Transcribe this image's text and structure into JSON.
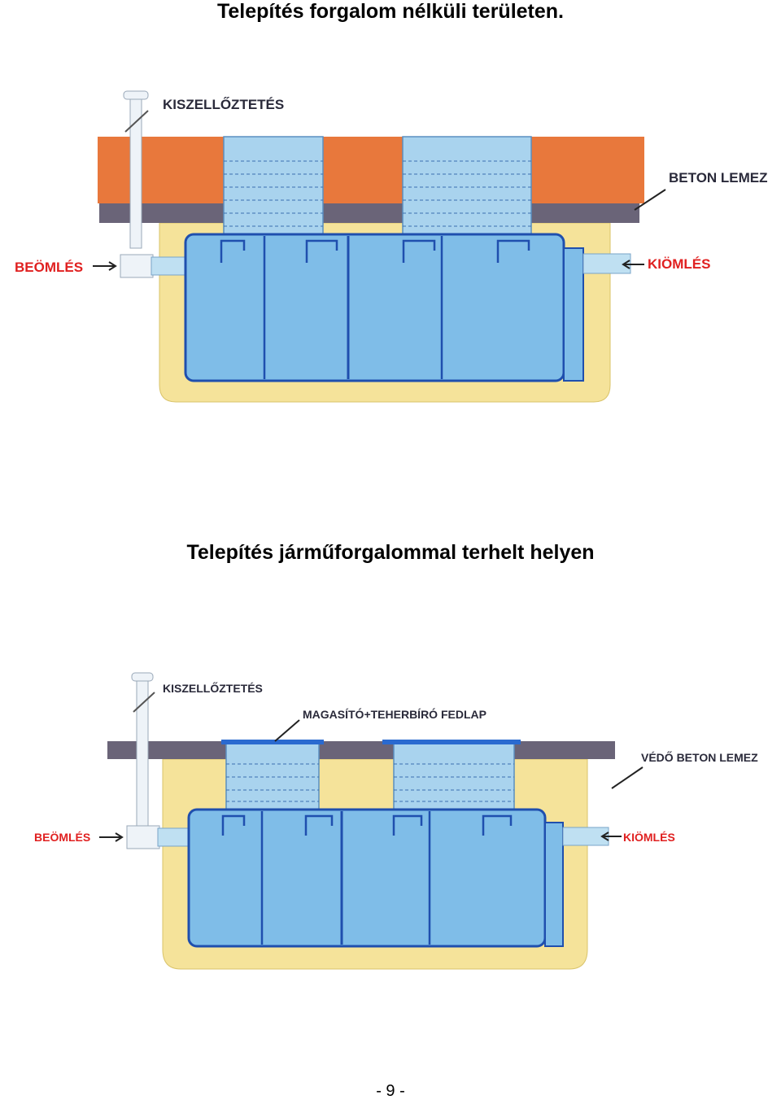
{
  "headings": {
    "top": "Telepítés forgalom nélküli területen.",
    "bottom": "Telepítés járműforgalommal terhelt helyen"
  },
  "diagram_top": {
    "vent": "KISZELLŐZTETÉS",
    "slab": "BETON LEMEZ",
    "inlet": "BEÖMLÉS",
    "outlet": "KIÖMLÉS"
  },
  "diagram_bottom": {
    "vent": "KISZELLŐZTETÉS",
    "cover": "MAGASÍTÓ+TEHERBÍRÓ FEDLAP",
    "slab": "VÉDŐ BETON LEMEZ",
    "inlet": "BEÖMLÉS",
    "outlet": "KIÖMLÉS"
  },
  "page_number": "- 9 -",
  "colors": {
    "soil": "#e8783c",
    "slab": "#6a6478",
    "sand": "#f5e39a",
    "tank": "#7fbde8",
    "tank_stroke": "#1f4fae",
    "shaft": "#a9d3ee",
    "label_red": "#e02020",
    "label_dark": "#2a2a3a"
  }
}
